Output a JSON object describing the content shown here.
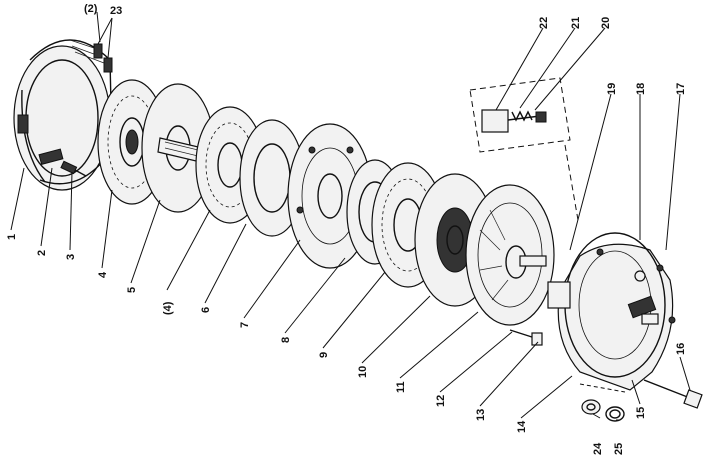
{
  "callouts": [
    {
      "id": "c2",
      "text": "(2)"
    },
    {
      "id": "c23",
      "text": "23"
    },
    {
      "id": "c1",
      "text": "1"
    },
    {
      "id": "c2b",
      "text": "2"
    },
    {
      "id": "c3",
      "text": "3"
    },
    {
      "id": "c4",
      "text": "4"
    },
    {
      "id": "c5",
      "text": "5"
    },
    {
      "id": "c4b",
      "text": "(4)"
    },
    {
      "id": "c6",
      "text": "6"
    },
    {
      "id": "c7",
      "text": "7"
    },
    {
      "id": "c8",
      "text": "8"
    },
    {
      "id": "c9",
      "text": "9"
    },
    {
      "id": "c10",
      "text": "10"
    },
    {
      "id": "c11",
      "text": "11"
    },
    {
      "id": "c12",
      "text": "12"
    },
    {
      "id": "c13",
      "text": "13"
    },
    {
      "id": "c14",
      "text": "14"
    },
    {
      "id": "c15",
      "text": "15"
    },
    {
      "id": "c16",
      "text": "16"
    },
    {
      "id": "c17",
      "text": "17"
    },
    {
      "id": "c18",
      "text": "18"
    },
    {
      "id": "c19",
      "text": "19"
    },
    {
      "id": "c20",
      "text": "20"
    },
    {
      "id": "c21",
      "text": "21"
    },
    {
      "id": "c22",
      "text": "22"
    },
    {
      "id": "c24",
      "text": "24"
    },
    {
      "id": "c25",
      "text": "25"
    }
  ]
}
